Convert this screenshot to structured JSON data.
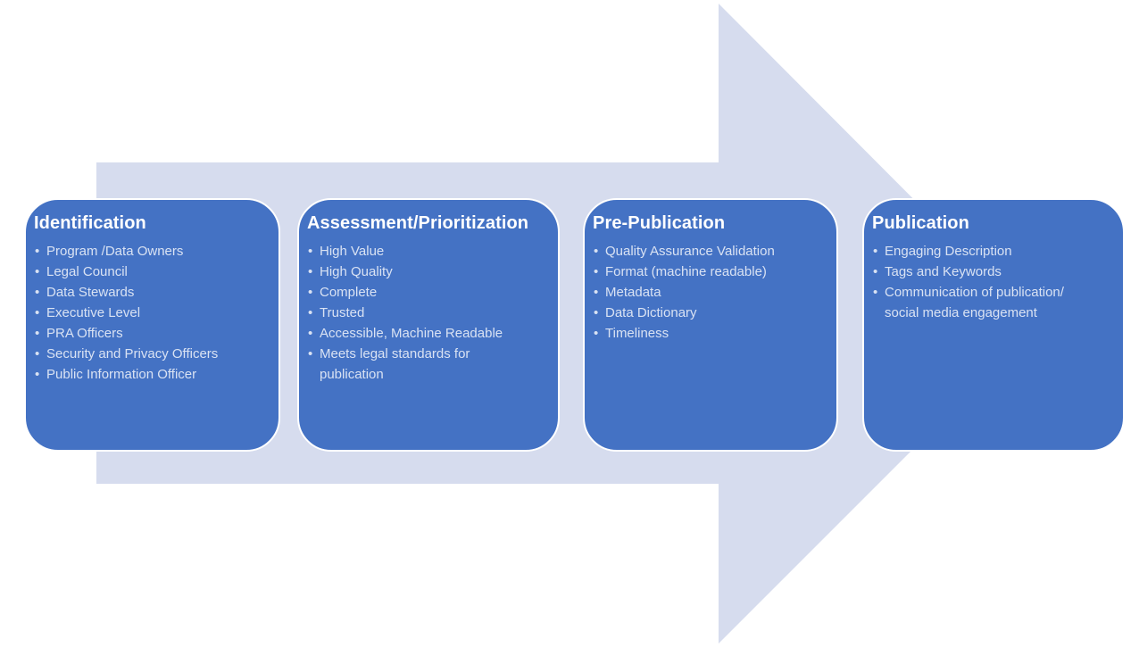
{
  "diagram": {
    "type": "process-flow-arrow",
    "colors": {
      "arrow_fill": "#D6DCEE",
      "box_fill": "#4472C4",
      "box_border": "#FFFFFF",
      "title_text": "#FFFFFF",
      "bullet_text": "#D9E2F3",
      "background": "#FFFFFF"
    },
    "stages": [
      {
        "title": "Identification",
        "bullets": [
          "Program /Data Owners",
          "Legal Council",
          "Data Stewards",
          "Executive Level",
          "PRA Officers",
          "Security and Privacy Officers",
          "Public Information Officer"
        ]
      },
      {
        "title": "Assessment/Prioritization",
        "bullets": [
          "High Value",
          "High Quality",
          "Complete",
          "Trusted",
          "Accessible, Machine Readable",
          "Meets legal standards for\npublication"
        ]
      },
      {
        "title": "Pre-Publication",
        "bullets": [
          "Quality Assurance Validation",
          "Format (machine readable)",
          "Metadata",
          "Data Dictionary",
          "Timeliness"
        ]
      },
      {
        "title": "Publication",
        "bullets": [
          "Engaging Description",
          "Tags and Keywords",
          "Communication of publication/\nsocial media engagement"
        ]
      }
    ]
  }
}
